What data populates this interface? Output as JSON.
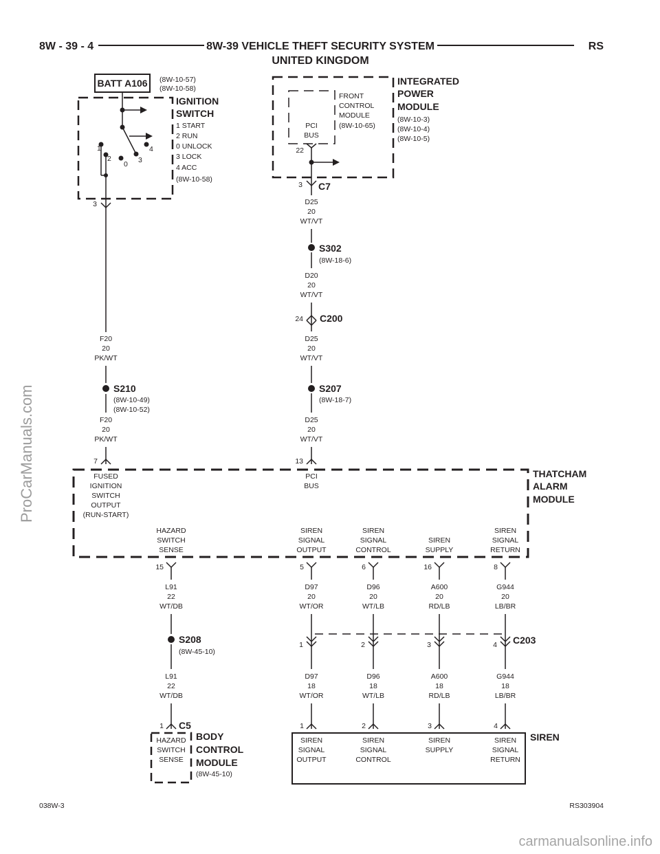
{
  "header": {
    "page_ref": "8W - 39 - 4",
    "title_line1": "8W-39 VEHICLE THEFT SECURITY SYSTEM",
    "title_line2": "UNITED KINGDOM",
    "model": "RS"
  },
  "footer": {
    "left_code": "038W-3",
    "right_code": "RS303904"
  },
  "watermarks": {
    "side": "ProCarManuals.com",
    "bottom": "carmanualsonline.info"
  },
  "battery": {
    "label": "BATT A106",
    "ref1": "(8W-10-57)",
    "ref2": "(8W-10-58)"
  },
  "ignition_switch": {
    "title1": "IGNITION",
    "title2": "SWITCH",
    "positions": [
      "1 START",
      "2 RUN",
      "0 UNLOCK",
      "3 LOCK",
      "4 ACC"
    ],
    "ref": "(8W-10-58)",
    "contact_labels": [
      "1",
      "2",
      "0",
      "3",
      "4"
    ],
    "out_pin": "3"
  },
  "ipm": {
    "title1": "INTEGRATED",
    "title2": "POWER",
    "title3": "MODULE",
    "refs": [
      "(8W-10-3)",
      "(8W-10-4)",
      "(8W-10-5)"
    ],
    "fcm_lines": [
      "FRONT",
      "CONTROL",
      "MODULE",
      "(8W-10-65)"
    ],
    "pci1": "PCI",
    "pci2": "BUS",
    "inner_pin": "22"
  },
  "left_wire": {
    "upper": [
      "F20",
      "20",
      "PK/WT"
    ],
    "splice": "S210",
    "splice_refs": [
      "(8W-10-49)",
      "(8W-10-52)"
    ],
    "lower": [
      "F20",
      "20",
      "PK/WT"
    ],
    "module_pin": "7"
  },
  "pci_wire": {
    "c7_pin": "3",
    "c7": "C7",
    "seg1": [
      "D25",
      "20",
      "WT/VT"
    ],
    "s302": "S302",
    "s302_ref": "(8W-18-6)",
    "seg2": [
      "D20",
      "20",
      "WT/VT"
    ],
    "c200_pin": "24",
    "c200": "C200",
    "seg3": [
      "D25",
      "20",
      "WT/VT"
    ],
    "s207": "S207",
    "s207_ref": "(8W-18-7)",
    "seg4": [
      "D25",
      "20",
      "WT/VT"
    ],
    "module_pin": "13"
  },
  "alarm_module": {
    "title1": "THATCHAM",
    "title2": "ALARM",
    "title3": "MODULE",
    "in_fused": [
      "FUSED",
      "IGNITION",
      "SWITCH",
      "OUTPUT",
      "(RUN-START)"
    ],
    "in_pci": [
      "PCI",
      "BUS"
    ],
    "outputs": [
      {
        "lines": [
          "HAZARD",
          "SWITCH",
          "SENSE"
        ],
        "pin": "15"
      },
      {
        "lines": [
          "SIREN",
          "SIGNAL",
          "OUTPUT"
        ],
        "pin": "5"
      },
      {
        "lines": [
          "SIREN",
          "SIGNAL",
          "CONTROL"
        ],
        "pin": "6"
      },
      {
        "lines": [
          "SIREN",
          "SUPPLY"
        ],
        "pin": "16"
      },
      {
        "lines": [
          "SIREN",
          "SIGNAL",
          "RETURN"
        ],
        "pin": "8"
      }
    ]
  },
  "hazard_wire": {
    "upper": [
      "L91",
      "22",
      "WT/DB"
    ],
    "splice": "S208",
    "splice_ref": "(8W-45-10)",
    "lower": [
      "L91",
      "22",
      "WT/DB"
    ],
    "c5_pin": "1",
    "c5": "C5"
  },
  "siren_wires": {
    "upper": [
      [
        "D97",
        "20",
        "WT/OR"
      ],
      [
        "D96",
        "20",
        "WT/LB"
      ],
      [
        "A600",
        "20",
        "RD/LB"
      ],
      [
        "G944",
        "20",
        "LB/BR"
      ]
    ],
    "c203_pins": [
      "1",
      "2",
      "3",
      "4"
    ],
    "c203": "C203",
    "lower": [
      [
        "D97",
        "18",
        "WT/OR"
      ],
      [
        "D96",
        "18",
        "WT/LB"
      ],
      [
        "A600",
        "18",
        "RD/LB"
      ],
      [
        "G944",
        "18",
        "LB/BR"
      ]
    ],
    "siren_pins": [
      "1",
      "2",
      "3",
      "4"
    ]
  },
  "bcm": {
    "title1": "BODY",
    "title2": "CONTROL",
    "title3": "MODULE",
    "ref": "(8W-45-10)",
    "inner": [
      "HAZARD",
      "SWITCH",
      "SENSE"
    ]
  },
  "siren": {
    "title": "SIREN",
    "inputs": [
      [
        "SIREN",
        "SIGNAL",
        "OUTPUT"
      ],
      [
        "SIREN",
        "SIGNAL",
        "CONTROL"
      ],
      [
        "SIREN",
        "SUPPLY"
      ],
      [
        "SIREN",
        "SIGNAL",
        "RETURN"
      ]
    ]
  }
}
